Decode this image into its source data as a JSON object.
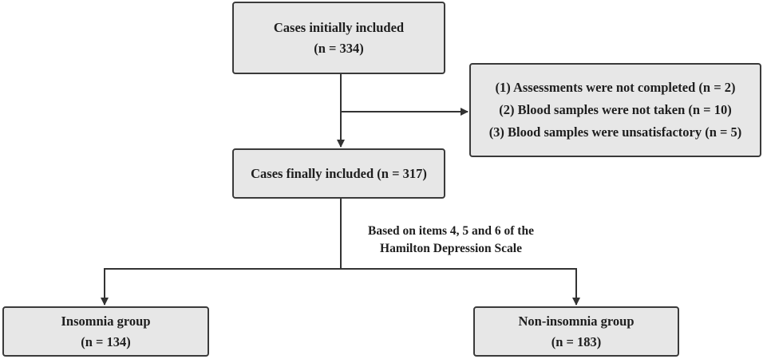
{
  "flowchart": {
    "initial": {
      "title": "Cases initially included",
      "count": "(n = 334)"
    },
    "exclusions": {
      "items": [
        "(1) Assessments were not completed (n = 2)",
        "(2) Blood samples were not taken (n = 10)",
        "(3) Blood samples were unsatisfactory (n = 5)"
      ]
    },
    "final": {
      "title": "Cases finally included (n = 317)"
    },
    "split_caption": {
      "line1": "Based on items 4, 5 and 6 of the",
      "line2": "Hamilton Depression Scale"
    },
    "insomnia": {
      "title": "Insomnia group",
      "count": "(n = 134)"
    },
    "noninsomnia": {
      "title": "Non-insomnia group",
      "count": "(n = 183)"
    }
  },
  "colors": {
    "box_fill": "#e7e7e7",
    "box_border": "#3a3a3a",
    "connector": "#333333",
    "text": "#1e1e1e"
  }
}
